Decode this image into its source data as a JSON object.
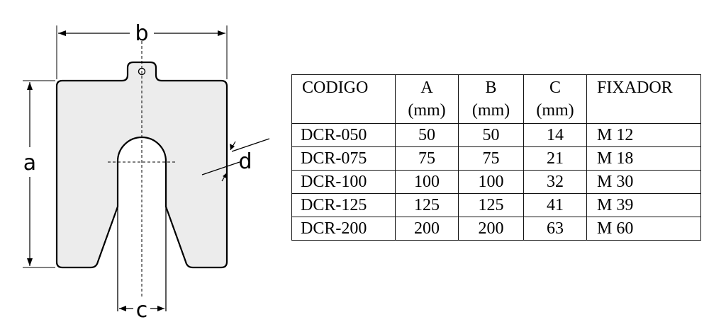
{
  "drawing": {
    "label_a": "a",
    "label_b": "b",
    "label_c": "c",
    "label_d": "d",
    "fill": "#ececec",
    "stroke": "#000000"
  },
  "table": {
    "headers": [
      {
        "line1": "CODIGO",
        "line2": ""
      },
      {
        "line1": "A",
        "line2": "(mm)"
      },
      {
        "line1": "B",
        "line2": "(mm)"
      },
      {
        "line1": "C",
        "line2": "(mm)"
      },
      {
        "line1": "FIXADOR",
        "line2": ""
      }
    ],
    "rows": [
      [
        "DCR-050",
        "50",
        "50",
        "14",
        "M 12"
      ],
      [
        "DCR-075",
        "75",
        "75",
        "21",
        "M 18"
      ],
      [
        "DCR-100",
        "100",
        "100",
        "32",
        "M 30"
      ],
      [
        "DCR-125",
        "125",
        "125",
        "41",
        "M 39"
      ],
      [
        "DCR-200",
        "200",
        "200",
        "63",
        "M 60"
      ]
    ]
  }
}
